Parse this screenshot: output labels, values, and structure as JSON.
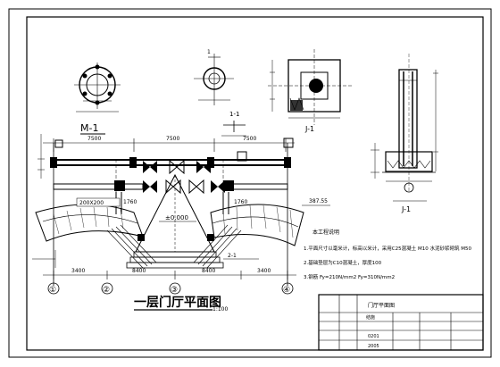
{
  "details": {
    "m1_label": "M-1",
    "section_1_1": "1-1",
    "section_j1": "J-1",
    "section_j1_b": "J-1"
  },
  "plan": {
    "title": "一层门厅平面图",
    "scale": "1:100",
    "level": "±0.000",
    "beam_label": "200X200",
    "elev_note": "387.55",
    "stair_label": "2-1",
    "dim_top_left": "7500",
    "dim_top_mid": "7500",
    "dim_top_right": "7500",
    "dim_bottom_left": "3400",
    "dim_bottom_mid1": "8400",
    "dim_bottom_mid2": "8400",
    "dim_bottom_right": "3400",
    "dim_side_left": "1760",
    "dim_side_right": "1760",
    "axis_1": "①",
    "axis_2": "②",
    "axis_3": "③",
    "axis_4": "④"
  },
  "notes": {
    "heading": "本工程说明",
    "line1": "1.平面尺寸以毫米计，标高以米计，采用C25混凝土",
    "line1b": "M10 水泥砂浆砌筑 M50",
    "line2": "2.基础垫层为C10混凝土，厚度100",
    "line3": "3.钢筋 Fy=210N/mm2 Fy=310N/mm2"
  },
  "title_block": {
    "project": "门厅平面图",
    "drawing_no": "结施",
    "sheet": "0201",
    "date": "2005"
  }
}
